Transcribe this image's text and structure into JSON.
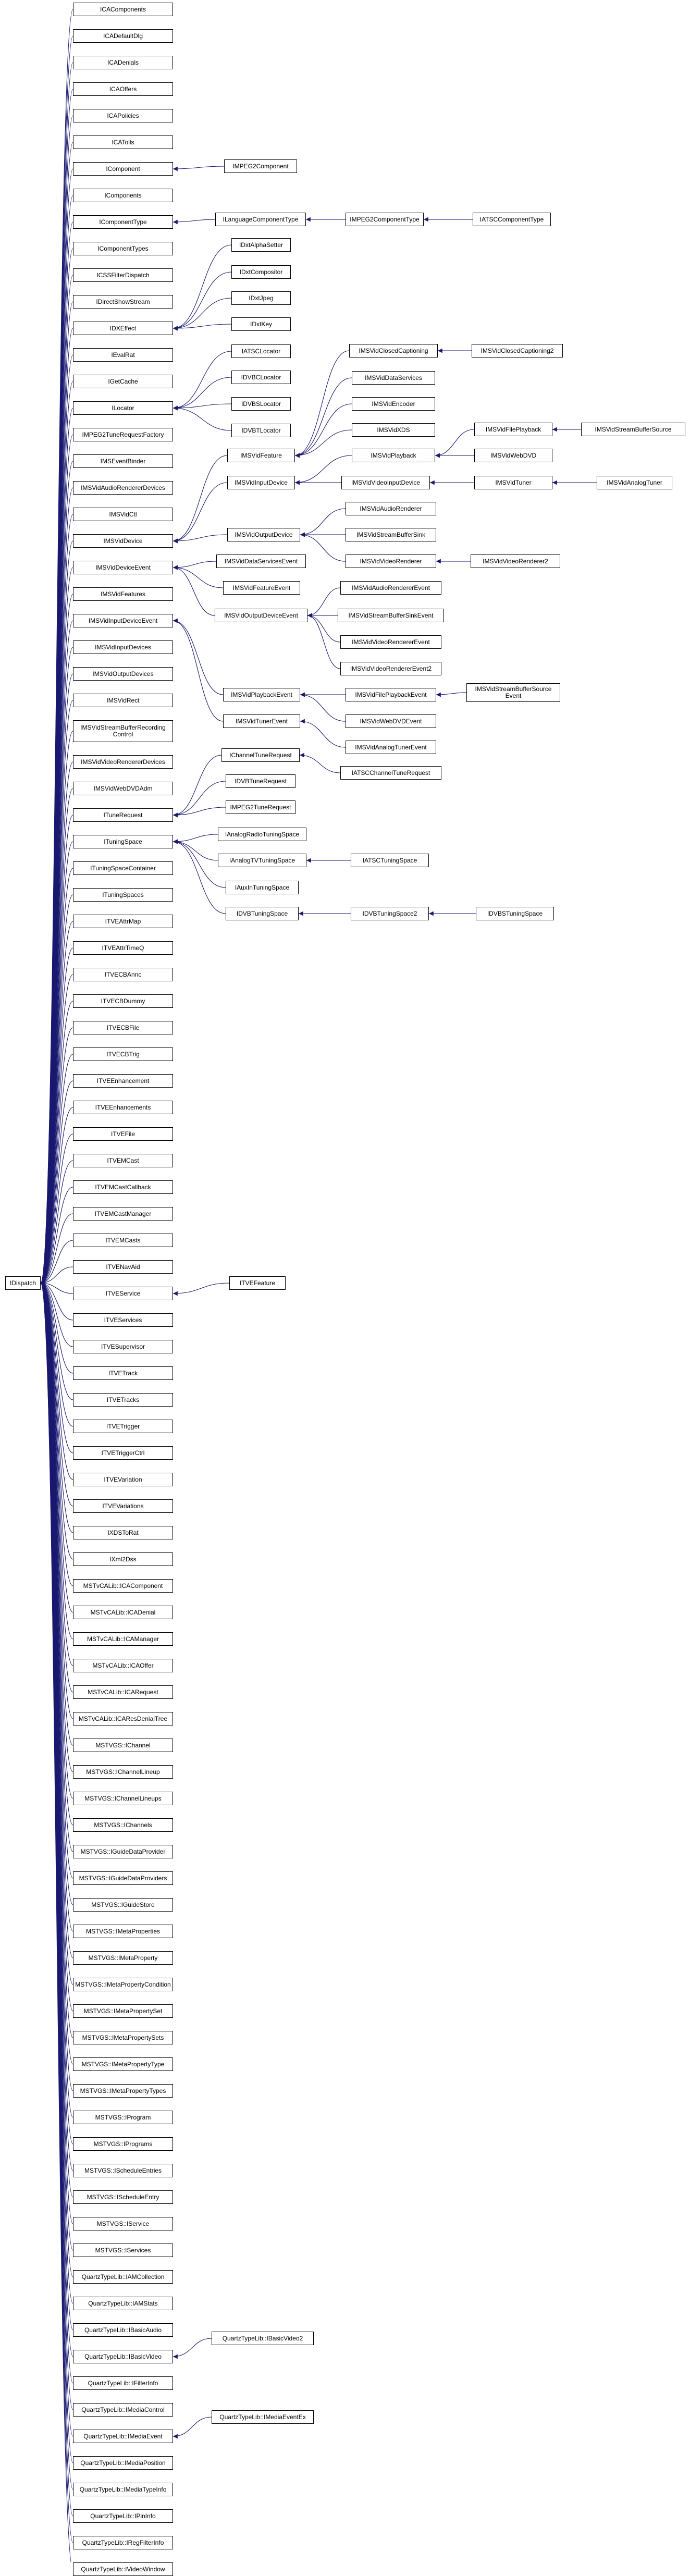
{
  "root": "IDispatch",
  "colors": {
    "edge": "#191970",
    "box_border": "#000000",
    "background": "#ffffff"
  },
  "nodes": {
    "IDispatch": "IDispatch",
    "ICAComponents": "ICAComponents",
    "ICADefaultDlg": "ICADefaultDlg",
    "ICADenials": "ICADenials",
    "ICAOffers": "ICAOffers",
    "ICAPolicies": "ICAPolicies",
    "ICAToll": "ICATolls",
    "IComponent": "IComponent",
    "IMPEG2Component": "IMPEG2Component",
    "IComponents": "IComponents",
    "IComponentType": "IComponentType",
    "ILanguageComponentType": "ILanguageComponentType",
    "IMPEG2ComponentType": "IMPEG2ComponentType",
    "IATSCComponentType": "IATSCComponentType",
    "IComponentTypes": "IComponentTypes",
    "ICSSFilterDispatch": "ICSSFilterDispatch",
    "IDirectShowStream": "IDirectShowStream",
    "IDXEffect": "IDXEffect",
    "IDxtAlphaSetter": "IDxtAlphaSetter",
    "IDxtCompositor": "IDxtCompositor",
    "IDxtJpeg": "IDxtJpeg",
    "IDxtKey": "IDxtKey",
    "IEvalRat": "IEvalRat",
    "IGetCache": "IGetCache",
    "ILocator": "ILocator",
    "IATSCLocator": "IATSCLocator",
    "IDVBCLocator": "IDVBCLocator",
    "IDVBSLocator": "IDVBSLocator",
    "IDVBTLocator": "IDVBTLocator",
    "IMPEG2TuneRequestFactory": "IMPEG2TuneRequestFactory",
    "IMSEventBinder": "IMSEventBinder",
    "IMSVidAudioRendererDevices": "IMSVidAudioRendererDevices",
    "IMSVidCtl": "IMSVidCtl",
    "IMSVidDevice": "IMSVidDevice",
    "IMSVidFeature": "IMSVidFeature",
    "IMSVidClosedCaptioning": "IMSVidClosedCaptioning",
    "IMSVidClosedCaptioning2": "IMSVidClosedCaptioning2",
    "IMSVidDataServices": "IMSVidDataServices",
    "IMSVidEncoder": "IMSVidEncoder",
    "IMSVidXDS": "IMSVidXDS",
    "IMSVidInputDevice": "IMSVidInputDevice",
    "IMSVidPlayback": "IMSVidPlayback",
    "IMSVidFilePlayback": "IMSVidFilePlayback",
    "IMSVidStreamBufferSource": "IMSVidStreamBufferSource",
    "IMSVidWebDVD": "IMSVidWebDVD",
    "IMSVidVideoInputDevice": "IMSVidVideoInputDevice",
    "IMSVidTuner": "IMSVidTuner",
    "IMSVidAnalogTuner": "IMSVidAnalogTuner",
    "IMSVidOutputDevice": "IMSVidOutputDevice",
    "IMSVidAudioRenderer": "IMSVidAudioRenderer",
    "IMSVidStreamBufferSink": "IMSVidStreamBufferSink",
    "IMSVidVideoRenderer": "IMSVidVideoRenderer",
    "IMSVidVideoRenderer2": "IMSVidVideoRenderer2",
    "IMSVidDeviceEvent": "IMSVidDeviceEvent",
    "IMSVidDataServicesEvent": "IMSVidDataServicesEvent",
    "IMSVidFeatureEvent": "IMSVidFeatureEvent",
    "IMSVidOutputDeviceEvent": "IMSVidOutputDeviceEvent",
    "IMSVidAudioRendererEvent": "IMSVidAudioRendererEvent",
    "IMSVidStreamBufferSinkEvent": "IMSVidStreamBufferSinkEvent",
    "IMSVidVideoRendererEvent": "IMSVidVideoRendererEvent",
    "IMSVidVideoRendererEvent2": "IMSVidVideoRendererEvent2",
    "IMSVidFeatures": "IMSVidFeatures",
    "IMSVidInputDeviceEvent": "IMSVidInputDeviceEvent",
    "IMSVidPlaybackEvent": "IMSVidPlaybackEvent",
    "IMSVidFilePlaybackEvent": "IMSVidFilePlaybackEvent",
    "IMSVidStreamBufferSourceEvent": "IMSVidStreamBufferSource Event",
    "IMSVidWebDVDEvent": "IMSVidWebDVDEvent",
    "IMSVidTunerEvent": "IMSVidTunerEvent",
    "IMSVidAnalogTunerEvent": "IMSVidAnalogTunerEvent",
    "IMSVidInputDevices": "IMSVidInputDevices",
    "IMSVidOutputDevices": "IMSVidOutputDevices",
    "IMSVidRect": "IMSVidRect",
    "IMSVidStreamBufferRecordingControl": "IMSVidStreamBufferRecording Control",
    "IMSVidVideoRendererDevices": "IMSVidVideoRendererDevices",
    "IMSVidWebDVDAdm": "IMSVidWebDVDAdm",
    "ITuneRequest": "ITuneRequest",
    "IChannelTuneRequest": "IChannelTuneRequest",
    "IATSCChannelTuneRequest": "IATSCChannelTuneRequest",
    "IDVBTuneRequest": "IDVBTuneRequest",
    "IMPEG2TuneRequest": "IMPEG2TuneRequest",
    "ITuningSpace": "ITuningSpace",
    "IAnalogRadioTuningSpace": "IAnalogRadioTuningSpace",
    "IAnalogTVTuningSpace": "IAnalogTVTuningSpace",
    "IATSCTuningSpace": "IATSCTuningSpace",
    "IAuxInTuningSpace": "IAuxInTuningSpace",
    "IDVBTuningSpace": "IDVBTuningSpace",
    "IDVBTuningSpace2": "IDVBTuningSpace2",
    "IDVBSTuningSpace": "IDVBSTuningSpace",
    "ITuningSpaceContainer": "ITuningSpaceContainer",
    "ITuningSpaces": "ITuningSpaces",
    "ITVEAttrMap": "ITVEAttrMap",
    "ITVEAttrTimeQ": "ITVEAttrTimeQ",
    "ITVECBAnnc": "ITVECBAnnc",
    "ITVECBDummy": "ITVECBDummy",
    "ITVECBFile": "ITVECBFile",
    "ITVECBTrig": "ITVECBTrig",
    "ITVEEnhancement": "ITVEEnhancement",
    "ITVEEnhancements": "ITVEEnhancements",
    "ITVEFile": "ITVEFile",
    "ITVEMCast": "ITVEMCast",
    "ITVEMCastCallback": "ITVEMCastCallback",
    "ITVEMCastManager": "ITVEMCastManager",
    "ITVEMCasts": "ITVEMCasts",
    "ITVENavAid": "ITVENavAid",
    "ITVEService": "ITVEService",
    "ITVEFeature": "ITVEFeature",
    "ITVEServices": "ITVEServices",
    "ITVESupervisor": "ITVESupervisor",
    "ITVETrack": "ITVETrack",
    "ITVETracks": "ITVETracks",
    "ITVETrigger": "ITVETrigger",
    "ITVETriggerCtrl": "ITVETriggerCtrl",
    "ITVEVariation": "ITVEVariation",
    "ITVEVariations": "ITVEVariations",
    "IXDSToRat": "IXDSToRat",
    "IXml2Dss": "IXml2Dss",
    "MSTVCA_ICAComponent": "MSTvCALib::ICAComponent",
    "MSTVCA_ICADenial": "MSTvCALib::ICADenial",
    "MSTVCA_ICAManager": "MSTvCALib::ICAManager",
    "MSTVCA_ICAOffer": "MSTvCALib::ICAOffer",
    "MSTVCA_ICARequest": "MSTvCALib::ICARequest",
    "MSTVCA_ICAResDenialTree": "MSTvCALib::ICAResDenialTree",
    "MSTVGS_IChannel": "MSTVGS::IChannel",
    "MSTVGS_IChannelLineup": "MSTVGS::IChannelLineup",
    "MSTVGS_IChannelLineups": "MSTVGS::IChannelLineups",
    "MSTVGS_IChannels": "MSTVGS::IChannels",
    "MSTVGS_IGuideDataProvider": "MSTVGS::IGuideDataProvider",
    "MSTVGS_IGuideDataProviders": "MSTVGS::IGuideDataProviders",
    "MSTVGS_IGuideStore": "MSTVGS::IGuideStore",
    "MSTVGS_IMetaProperties": "MSTVGS::IMetaProperties",
    "MSTVGS_IMetaProperty": "MSTVGS::IMetaProperty",
    "MSTVGS_IMetaPropertyCondition": "MSTVGS::IMetaPropertyCondition",
    "MSTVGS_IMetaPropertySet": "MSTVGS::IMetaPropertySet",
    "MSTVGS_IMetaPropertySets": "MSTVGS::IMetaPropertySets",
    "MSTVGS_IMetaPropertyType": "MSTVGS::IMetaPropertyType",
    "MSTVGS_IMetaPropertyTypes": "MSTVGS::IMetaPropertyTypes",
    "MSTVGS_IProgram": "MSTVGS::IProgram",
    "MSTVGS_IPrograms": "MSTVGS::IPrograms",
    "MSTVGS_IScheduleEntries": "MSTVGS::IScheduleEntries",
    "MSTVGS_IScheduleEntry": "MSTVGS::IScheduleEntry",
    "MSTVGS_IService": "MSTVGS::IService",
    "MSTVGS_IServices": "MSTVGS::IServices",
    "QTL_IAMCollection": "QuartzTypeLib::IAMCollection",
    "QTL_IAMStats": "QuartzTypeLib::IAMStats",
    "QTL_IBasicAudio": "QuartzTypeLib::IBasicAudio",
    "QTL_IBasicVideo": "QuartzTypeLib::IBasicVideo",
    "QTL_IBasicVideo2": "QuartzTypeLib::IBasicVideo2",
    "QTL_IFilterInfo": "QuartzTypeLib::IFilterInfo",
    "QTL_IMediaControl": "QuartzTypeLib::IMediaControl",
    "QTL_IMediaEvent": "QuartzTypeLib::IMediaEvent",
    "QTL_IMediaEventEx": "QuartzTypeLib::IMediaEventEx",
    "QTL_IMediaPosition": "QuartzTypeLib::IMediaPosition",
    "QTL_IMediaTypeInfo": "QuartzTypeLib::IMediaTypeInfo",
    "QTL_IPinInfo": "QuartzTypeLib::IPinInfo",
    "QTL_IRegFilterInfo": "QuartzTypeLib::IRegFilterInfo",
    "QTL_IVideoWindow": "QuartzTypeLib::IVideoWindow"
  }
}
